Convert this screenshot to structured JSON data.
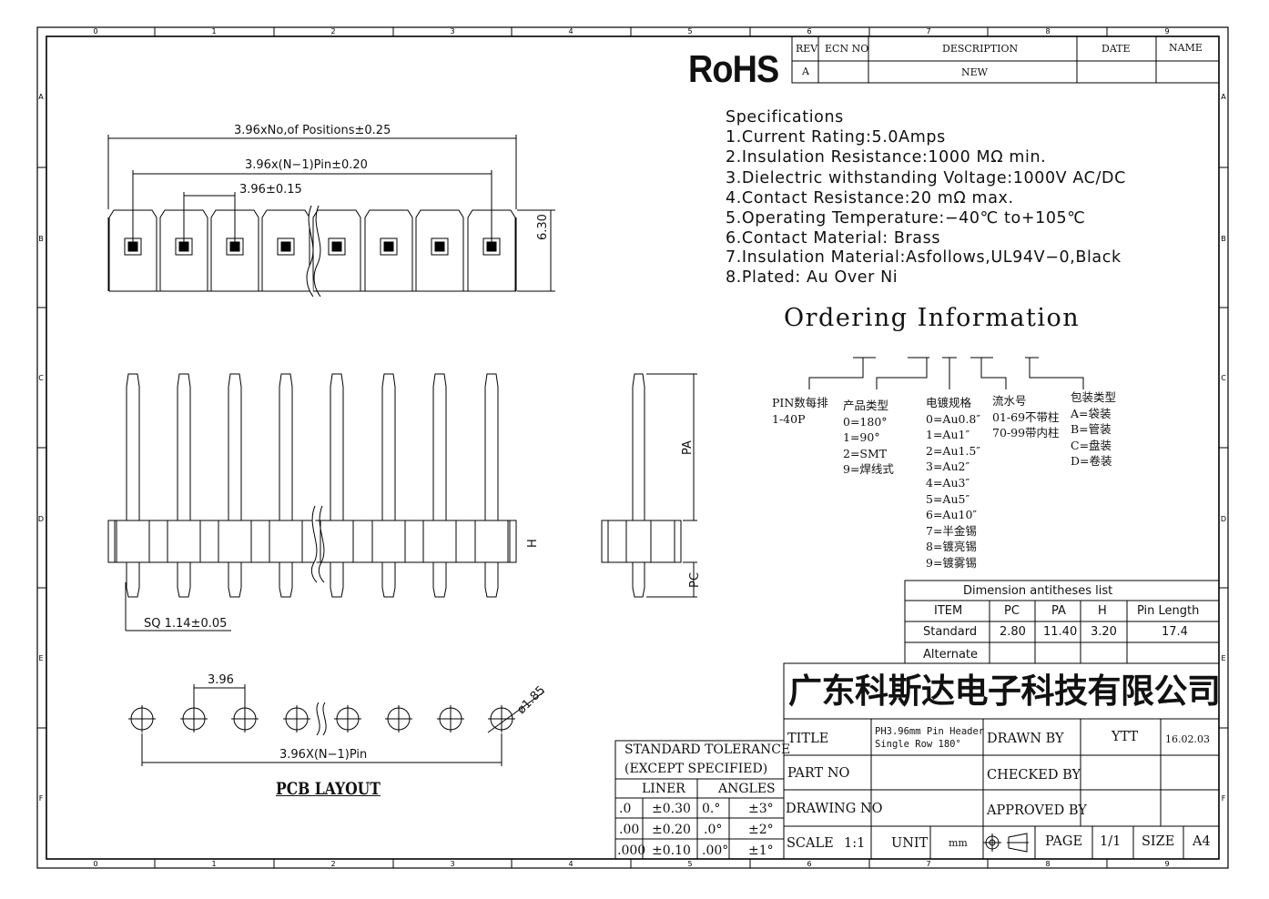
{
  "zones": {
    "columns": [
      "0",
      "1",
      "2",
      "3",
      "4",
      "5",
      "6",
      "7",
      "8",
      "9"
    ],
    "rows": [
      "A",
      "B",
      "C",
      "D",
      "E",
      "F"
    ]
  },
  "revision_table": {
    "headers": [
      "REV",
      "ECN NO",
      "DESCRIPTION",
      "DATE",
      "NAME"
    ],
    "row": {
      "rev": "A",
      "description": "NEW"
    }
  },
  "rohs_mark": "RoHS",
  "specifications": {
    "title": "Specifications",
    "lines": [
      "1.Current  Rating:5.0Amps",
      "2.Insulation  Resistance:1000  MΩ  min.",
      "3.Dielectric  withstanding  Voltage:1000V  AC/DC",
      "4.Contact  Resistance:20  mΩ  max.",
      "5.Operating  Temperature:−40℃  to+105℃",
      "6.Contact  Material:  Brass",
      "7.Insulation  Material:Asfollows,UL94V−0,Black",
      "8.Plated:  Au  Over  Ni"
    ]
  },
  "ordering": {
    "title": "Ordering  Information",
    "groups": [
      {
        "heading": "PIN数每排",
        "items": [
          "1-40P"
        ]
      },
      {
        "heading": "产品类型",
        "items": [
          "0=180°",
          "1=90°",
          "2=SMT",
          "9=焊线式"
        ]
      },
      {
        "heading": "电镀规格",
        "items": [
          "0=Au0.8″",
          "1=Au1″",
          "2=Au1.5″",
          "3=Au2″",
          "4=Au3″",
          "5=Au5″",
          "6=Au10″",
          "7=半金锡",
          "8=镀亮锡",
          "9=镀雾锡"
        ]
      },
      {
        "heading": "流水号",
        "items": [
          "01-69不带柱",
          "70-99带内柱"
        ]
      },
      {
        "heading": "包装类型",
        "items": [
          "A=袋装",
          "B=管装",
          "C=盘装",
          "D=卷装"
        ]
      }
    ]
  },
  "dimension_list": {
    "title": "Dimension antitheses list",
    "headers": [
      "ITEM",
      "PC",
      "PA",
      "H",
      "Pin Length"
    ],
    "rows": [
      [
        "Standard",
        "2.80",
        "11.40",
        "3.20",
        "17.4"
      ],
      [
        "Alternate",
        "",
        "",
        "",
        ""
      ]
    ]
  },
  "drawing_dims": {
    "overall": "3.96xNo,of  Positions±0.25",
    "pin_span": "3.96x(N−1)Pin±0.20",
    "pitch": "3.96±0.15",
    "height": "6.30",
    "pa": "PA",
    "h": "H",
    "pc": "PC",
    "sq": "SQ  1.14±0.05"
  },
  "pcb_layout": {
    "title": "PCB LAYOUT",
    "pitch": "3.96",
    "span": "3.96X(N−1)Pin",
    "hole": "ø1.85"
  },
  "title_block": {
    "company": "广东科斯达电子科技有限公司",
    "title_label": "TITLE",
    "title_value_1": "PH3.96mm Pin Header",
    "title_value_2": "Single Row 180°",
    "drawn_by_label": "DRAWN BY",
    "drawn_by": "YTT",
    "date": "16.02.03",
    "part_no_label": "PART NO",
    "checked_by_label": "CHECKED BY",
    "drawing_no_label": "DRAWING NO",
    "approved_by_label": "APPROVED BY",
    "scale_label": "SCALE",
    "scale": "1:1",
    "unit_label": "UNIT",
    "unit": "mm",
    "page_label": "PAGE",
    "page": "1/1",
    "size_label": "SIZE",
    "size": "A4"
  },
  "tolerance": {
    "line1": "STANDARD  TOLERANCE",
    "line2": "(EXCEPT   SPECIFIED)",
    "liner_label": "LINER",
    "angles_label": "ANGLES",
    "rows": [
      [
        ".0",
        "±0.30",
        "0.°",
        "±3°"
      ],
      [
        ".00",
        "±0.20",
        ".0°",
        "±2°"
      ],
      [
        ".000",
        "±0.10",
        ".00°",
        "±1°"
      ]
    ]
  }
}
